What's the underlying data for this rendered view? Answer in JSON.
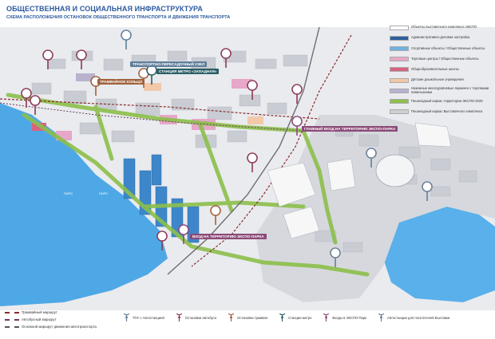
{
  "header": {
    "title": "ОБЩЕСТВЕННАЯ И СОЦИАЛЬНАЯ ИНФРАСТРУКТУРА",
    "subtitle": "СХЕМА РАСПОЛОЖЕНИЯ ОСТАНОВОК ОБЩЕСТВЕННОГО ТРАНСПОРТА И ДВИЖЕНИЯ ТРАНСПОРТА"
  },
  "legend_right": [
    {
      "label": "Объекты выставочного комплекса ЭКСПО",
      "color": "#ffffff"
    },
    {
      "label": "Административно-деловая застройка",
      "color": "#2f5f9e"
    },
    {
      "label": "Спортивные объекты / Общественные объекты",
      "color": "#6fb2e0"
    },
    {
      "label": "Торговые центры / Общественные объекты",
      "color": "#e6a7c8"
    },
    {
      "label": "Общеобразовательные школы",
      "color": "#d9637f"
    },
    {
      "label": "Детские дошкольные учреждения",
      "color": "#f2c8a8"
    },
    {
      "label": "Наземные многоуровневые паркинги с торговыми павильонами",
      "color": "#b9b2cf"
    },
    {
      "label": "Пешеходный каркас территории ЭКСПО-2025",
      "color": "#8cbf4a"
    },
    {
      "label": "Пешеходный каркас Выставочного комплекса",
      "color": "#cfcfcf"
    }
  ],
  "legend_lines": [
    {
      "label": "Трамвайный маршрут",
      "color": "#8b2c2c"
    },
    {
      "label": "Автобусный маршрут",
      "color": "#6b3a5a"
    },
    {
      "label": "Основной маршрут движения автотранспорта",
      "color": "#555555"
    }
  ],
  "legend_icons": [
    {
      "label": "ТПУ с Автостанцией",
      "color": "#5f7f9a",
      "icon": "bus-station-icon"
    },
    {
      "label": "Остановки автобуса",
      "color": "#8b3a55",
      "icon": "bus-stop-icon"
    },
    {
      "label": "Остановки трамвая",
      "color": "#a0623c",
      "icon": "tram-stop-icon"
    },
    {
      "label": "Станции метро",
      "color": "#2a5f66",
      "icon": "metro-icon"
    },
    {
      "label": "Входы в ЭКСПО-Парк",
      "color": "#8b4a78",
      "icon": "entrance-icon"
    },
    {
      "label": "Автостанции для посетителей Выставки",
      "color": "#6a7f95",
      "icon": "visitor-bus-icon"
    }
  ],
  "map_labels": {
    "tpu": "ТРАНСПОРТНО-ПЕРЕСАДОЧНЫЙ УЗЕЛ",
    "metro": "СТАНЦИЯ МЕТРО «ЗАПАДНАЯ»",
    "tram_ring": "ТРАМВАЙНОЕ КОЛЬЦО",
    "entrance_main": "ГЛАВНЫЙ ВХОД НА ТЕРРИТОРИЮ ЭКСПО-ПАРКА",
    "entrance_south": "ВХОД НА ТЕРРИТОРИЮ ЭКСПО-ПАРКА"
  },
  "water_labels": {
    "a": "ПИРС",
    "b": "ПИРС"
  }
}
